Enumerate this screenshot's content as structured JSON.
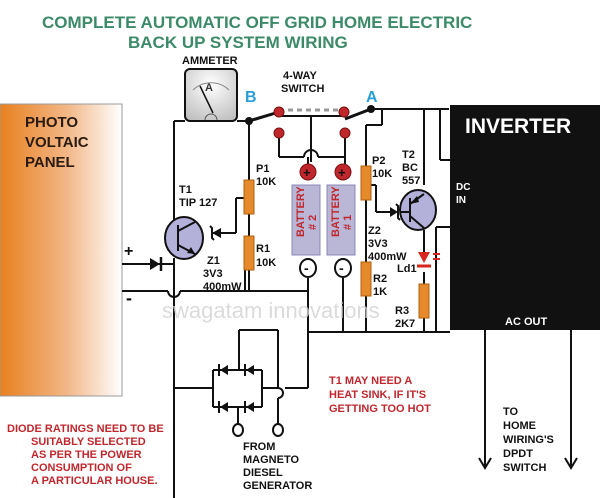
{
  "title": {
    "line1": "COMPLETE AUTOMATIC OFF GRID HOME ELECTRIC",
    "line2": "BACK UP SYSTEM WIRING"
  },
  "colors": {
    "title": "#3c8a6a",
    "note_red": "#c0272d",
    "switch_label_blue": "#2a9fd6",
    "resistor": "#e48a2a",
    "panel_orange": "#e8801f",
    "battery": "#b9b6d6",
    "inverter": "#111111"
  },
  "ammeter": {
    "label": "AMMETER",
    "glyph": "A"
  },
  "switch": {
    "label_line1": "4-WAY",
    "label_line2": "SWITCH",
    "terminal_a": "A",
    "terminal_b": "B"
  },
  "pv_panel": {
    "line1": "PHOTO",
    "line2": "VOLTAIC",
    "line3": "PANEL",
    "plus": "+",
    "minus": "-"
  },
  "t1": {
    "name": "T1",
    "part": "TIP 127"
  },
  "z1": {
    "name": "Z1",
    "voltage": "3V3",
    "power": "400mW"
  },
  "p1": {
    "name": "P1",
    "value": "10K"
  },
  "r1": {
    "name": "R1",
    "value": "10K"
  },
  "batteries": [
    {
      "label": "BATTERY",
      "number": "# 2",
      "plus": "+",
      "minus": "-"
    },
    {
      "label": "BATTERY",
      "number": "# 1",
      "plus": "+",
      "minus": "-"
    }
  ],
  "p2": {
    "name": "P2",
    "value": "10K"
  },
  "t2": {
    "name": "T2",
    "part_line1": "BC",
    "part_line2": "557"
  },
  "z2": {
    "name": "Z2",
    "voltage": "3V3",
    "power": "400mW"
  },
  "ld1": {
    "name": "Ld1"
  },
  "r2": {
    "name": "R2",
    "value": "1K"
  },
  "r3": {
    "name": "R3",
    "value": "2K7"
  },
  "inverter": {
    "title": "INVERTER",
    "dc_in_line1": "DC",
    "dc_in_line2": "IN",
    "ac_out": "AC OUT"
  },
  "watermark": "swagatam innovations",
  "notes": {
    "heat_sink": [
      "T1 MAY NEED A",
      "HEAT SINK, IF IT'S",
      "GETTING TOO HOT"
    ],
    "diode": [
      "DIODE RATINGS NEED TO BE",
      "SUITABLY SELECTED",
      "AS PER THE POWER",
      "CONSUMPTION OF",
      "A PARTICULAR HOUSE."
    ],
    "generator": [
      "FROM",
      "MAGNETO",
      "DIESEL",
      "GENERATOR"
    ],
    "home": [
      "TO",
      "HOME",
      "WIRING'S",
      "DPDT",
      "SWITCH"
    ]
  }
}
